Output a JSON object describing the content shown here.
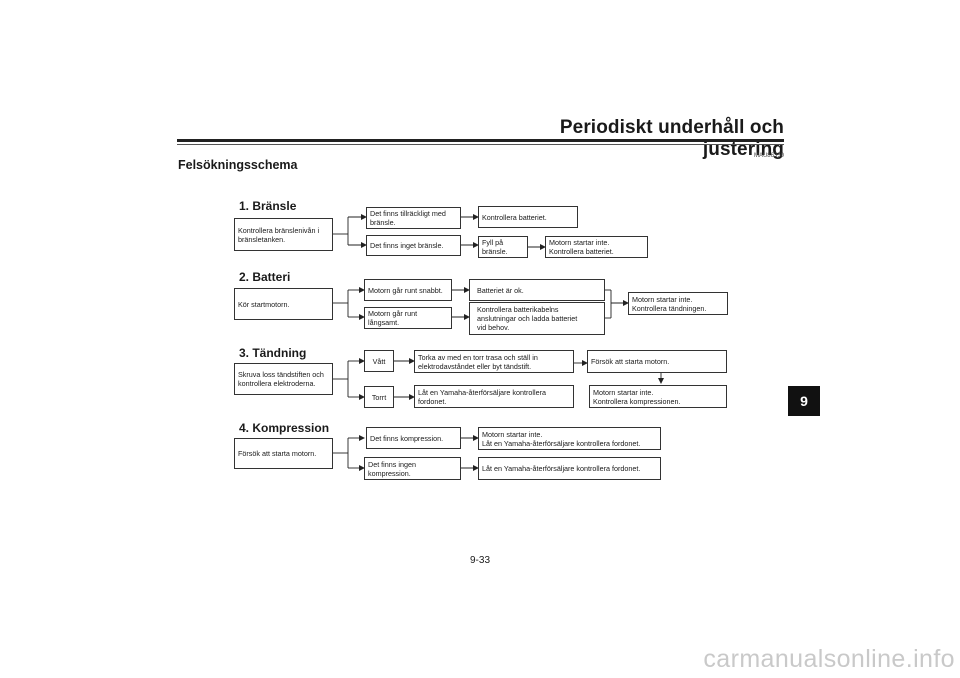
{
  "header": {
    "title": "Periodiskt underhåll och justering"
  },
  "page_code": "MAU86350",
  "page_title": "Felsökningsschema",
  "chapter_tab": "9",
  "page_number": "9-33",
  "watermark": "carmanualsonline.info",
  "sections": [
    {
      "title": "1. Bränsle",
      "start": "Kontrollera bränslenivån i\nbränsletanken.",
      "yes": "Det finns tillräckligt med\nbränsle.",
      "yes_result": "Kontrollera batteriet.",
      "no": "Det finns inget bränsle.",
      "no_action": "Fyll på\nbränsle.",
      "no_result": "Motorn startar inte.\nKontrollera batteriet."
    },
    {
      "title": "2. Batteri",
      "start": "Kör startmotorn.",
      "fast": "Motorn går runt snabbt.",
      "fast_result": "Batteriet är ok.",
      "slow": "Motorn går runt\nlångsamt.",
      "slow_action": "Kontrollera batterikabelns\nanslutningar och ladda batteriet\nvid behov.",
      "final": "Motorn startar inte.\nKontrollera tändningen."
    },
    {
      "title": "3. Tändning",
      "start": "Skruva loss tändstiften och\nkontrollera elektroderna.",
      "wet": "Vått",
      "wet_action": "Torka av med en torr trasa och ställ in\nelektrodavståndet eller byt tändstift.",
      "try_start": "Försök att starta motorn.",
      "dry": "Torrt",
      "dry_action": "Låt en Yamaha-återförsäljare kontrollera\nfordonet.",
      "final": "Motorn startar inte.\nKontrollera kompressionen."
    },
    {
      "title": "4. Kompression",
      "start": "Försök att starta motorn.",
      "yes": "Det finns kompression.",
      "yes_result": "Motorn startar inte.\nLåt en Yamaha-återförsäljare kontrollera fordonet.",
      "no": "Det finns ingen\nkompression.",
      "no_result": "Låt en Yamaha-återförsäljare kontrollera fordonet."
    }
  ]
}
